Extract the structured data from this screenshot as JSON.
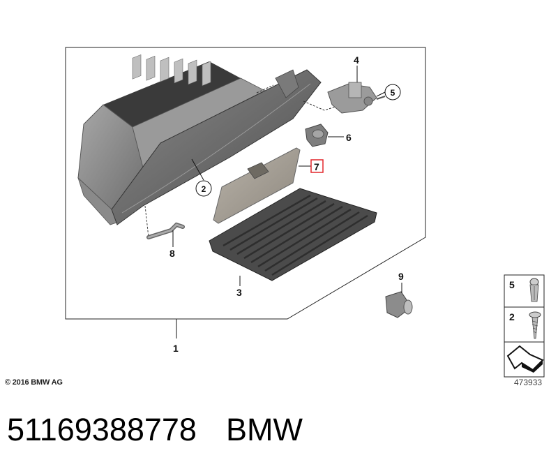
{
  "diagram": {
    "callouts": {
      "c1": "1",
      "c2": "2",
      "c3": "3",
      "c4": "4",
      "c5": "5",
      "c6": "6",
      "c7": "7",
      "c8": "8",
      "c9": "9"
    },
    "legend": {
      "item_a": "5",
      "item_b": "2"
    },
    "highlight_color": "#e2262b"
  },
  "copyright": "© 2016 BMW AG",
  "diagram_id": "473933",
  "footer": {
    "part_number": "51169388778",
    "brand": "BMW"
  }
}
